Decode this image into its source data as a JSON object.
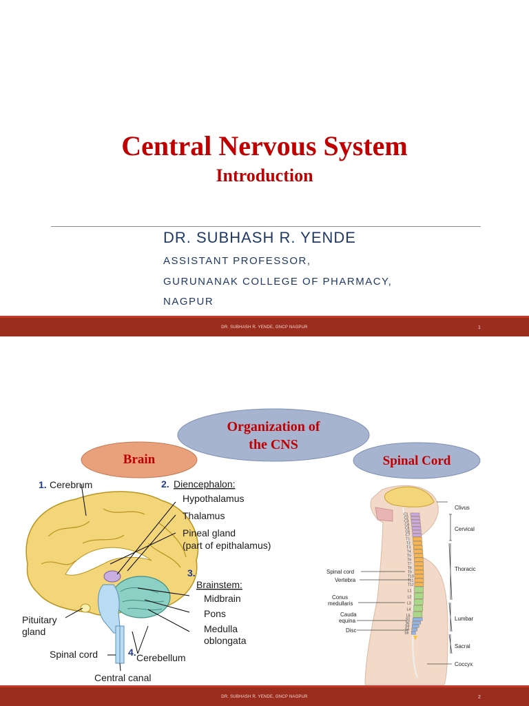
{
  "slide1": {
    "title": "Central Nervous System",
    "subtitle": "Introduction",
    "author_name": "DR. SUBHASH R. YENDE",
    "author_lines": [
      "ASSISTANT PROFESSOR,",
      "GURUNANAK COLLEGE OF PHARMACY,",
      "NAGPUR"
    ],
    "footer_text": "DR. SUBHASH R. YENDE, GNCP NAGPUR",
    "page_number": "1"
  },
  "slide2": {
    "center_oval": [
      "Organization of",
      "the CNS"
    ],
    "brain_oval": "Brain",
    "spinal_oval": "Spinal Cord",
    "brain_labels": {
      "n1": "1.",
      "cerebrum": "Cerebrum",
      "n2": "2.",
      "diencephalon": "Diencephalon:",
      "hypothalamus": "Hypothalamus",
      "thalamus": "Thalamus",
      "pineal": "Pineal gland",
      "pineal_sub": "(part of epithalamus)",
      "n3": "3.",
      "brainstem": "Brainstem:",
      "midbrain": "Midbrain",
      "pons": "Pons",
      "medulla": "Medulla",
      "oblongata": "oblongata",
      "pituitary": "Pituitary",
      "gland": "gland",
      "spinal_cord": "Spinal cord",
      "n4": "4.",
      "cerebellum": "Cerebellum",
      "central_canal": "Central canal"
    },
    "spine_labels": {
      "clivus": "Clivus",
      "cervical": "Cervical",
      "thoracic": "Thoracic",
      "lumbar": "Lumbar",
      "sacral": "Sacral",
      "coccyx": "Coccyx",
      "spinal_cord": "Spinal cord",
      "vertebra": "Vertebra",
      "conus": "Conus",
      "medullaris": "medullaris",
      "cauda": "Cauda",
      "equina": "equina",
      "disc": "Disc"
    },
    "vertebra_codes": [
      "C1",
      "C2",
      "C3",
      "C4",
      "C5",
      "C6",
      "C7",
      "T1",
      "T2",
      "T3",
      "T4",
      "T5",
      "T6",
      "T7",
      "T8",
      "T9",
      "T10",
      "T11",
      "T12",
      "L1",
      "L2",
      "L3",
      "L4",
      "L5",
      "S1",
      "S2",
      "S3",
      "S4",
      "S5"
    ],
    "footer_text": "DR. SUBHASH R. YENDE, GNCP NAGPUR",
    "page_number": "2"
  },
  "colors": {
    "title_red": "#c00000",
    "author_blue": "#1f3864",
    "footer_bar": "#9b2d1e",
    "oval_brain": "#e9a17c",
    "oval_center": "#a7b4cf"
  }
}
